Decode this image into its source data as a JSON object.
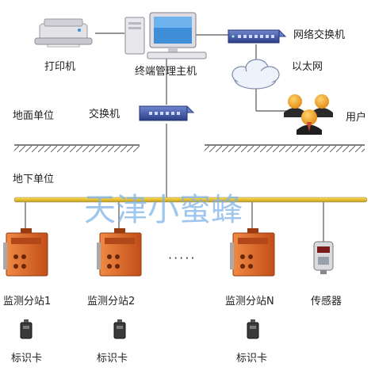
{
  "labels": {
    "printer": "打印机",
    "host": "终端管理主机",
    "network_switch": "网络交换机",
    "ethernet": "以太网",
    "user": "用户",
    "ground_unit": "地面单位",
    "switch": "交换机",
    "underground_unit": "地下单位",
    "station1": "监测分站1",
    "station2": "监测分站2",
    "stationN": "监测分站N",
    "sensor": "传感器",
    "card1": "标识卡",
    "card2": "标识卡",
    "card3": "标识卡",
    "ellipsis": "·····"
  },
  "watermark": "天津小蜜蜂",
  "colors": {
    "bus_line": "#efc83a",
    "bus_line_edge": "#9a8a55",
    "station_body": "#d8622a",
    "station_dark": "#8e3a12",
    "switch_blue": "#3b56a6",
    "line_gray": "#555555"
  }
}
